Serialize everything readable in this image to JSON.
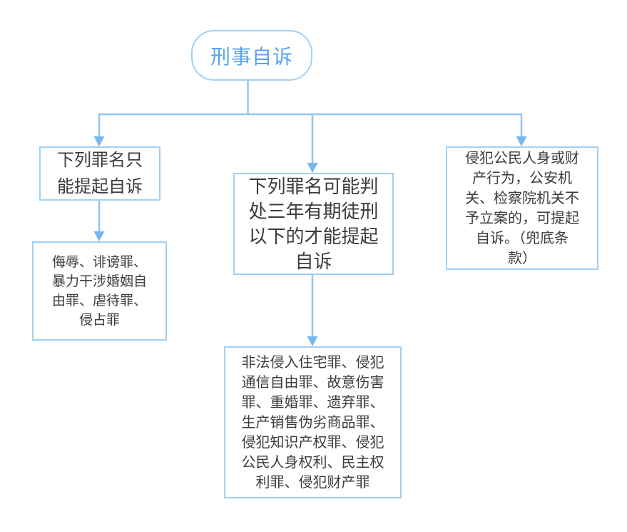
{
  "diagram": {
    "title_node": "criminal private prosecution flowchart",
    "root": {
      "label": "刑事自诉"
    },
    "branches": [
      {
        "name": "only-private-prosecution",
        "header": "下列罪名只\n能提起自诉",
        "detail": "侮辱、诽谤罪、\n暴力干涉婚姻自\n由罪、虐待罪、\n侵占罪"
      },
      {
        "name": "under-three-years-imprisonment",
        "header": "下列罪名可能判\n处三年有期徒刑\n以下的才能提起\n自诉",
        "detail": "非法侵入住宅罪、侵犯\n通信自由罪、故意伤害\n罪、重婚罪、遗弃罪、\n生产销售伪劣商品罪、\n侵犯知识产权罪、侵犯\n公民人身权利、民主权\n利罪、侵犯财产罪"
      },
      {
        "name": "fallback-clause",
        "header": "侵犯公民人身或财\n产行为，公安机\n关、检察院机关不\n予立案的，可提起\n自诉。（兜底条\n款）"
      }
    ],
    "colors": {
      "background": "#ffffff",
      "box_border": "#a0d0f5",
      "connector": "#8fc6f3",
      "arrow": "#76b7ef",
      "root_text": "#58a3f0",
      "body_text": "#3c3c3c"
    }
  }
}
